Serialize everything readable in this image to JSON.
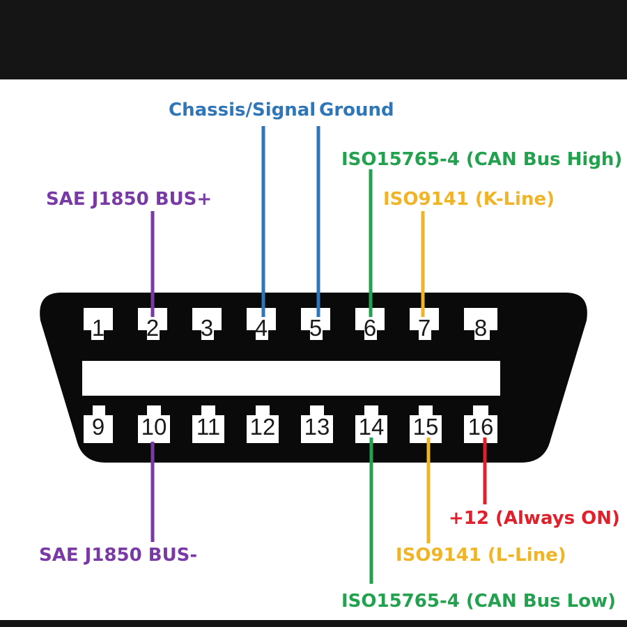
{
  "colors": {
    "purple": "#7a3aa6",
    "blue": "#2f76b8",
    "green": "#23a14e",
    "orange": "#f0b429",
    "red": "#e0202a",
    "connector": "#0a0a0a"
  },
  "pins_top": [
    "1",
    "2",
    "3",
    "4",
    "5",
    "6",
    "7",
    "8"
  ],
  "pins_bottom": [
    "9",
    "10",
    "11",
    "12",
    "13",
    "14",
    "15",
    "16"
  ],
  "labels": {
    "chassis_signal": "Chassis/Signal",
    "ground": "Ground",
    "can_high": "ISO15765-4 (CAN Bus High)",
    "j1850_plus": "SAE J1850 BUS+",
    "k_line": "ISO9141 (K-Line)",
    "j1850_minus": "SAE J1850 BUS-",
    "plus12": "+12 (Always ON)",
    "l_line": "ISO9141 (L-Line)",
    "can_low": "ISO15765-4 (CAN Bus Low)"
  }
}
